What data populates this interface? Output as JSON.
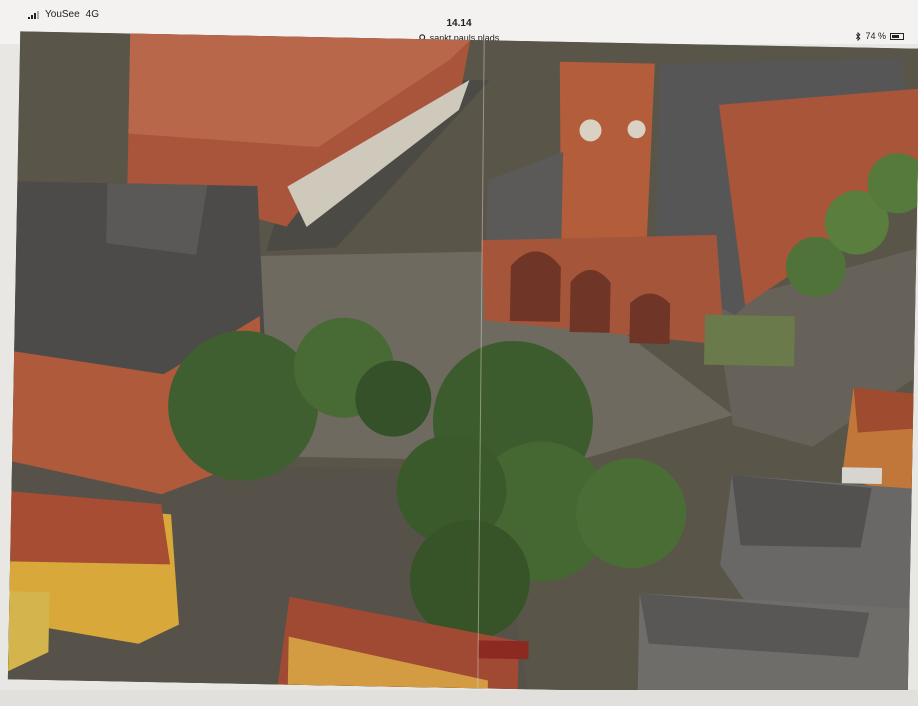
{
  "status_bar": {
    "carrier": "YouSee",
    "network": "4G",
    "time": "14.14",
    "address": "sankt pauls plads",
    "bluetooth": "bluetooth-icon",
    "battery_label": "74 %",
    "battery_level": 0.74
  },
  "photo": {
    "subject": "aerial-photo"
  }
}
